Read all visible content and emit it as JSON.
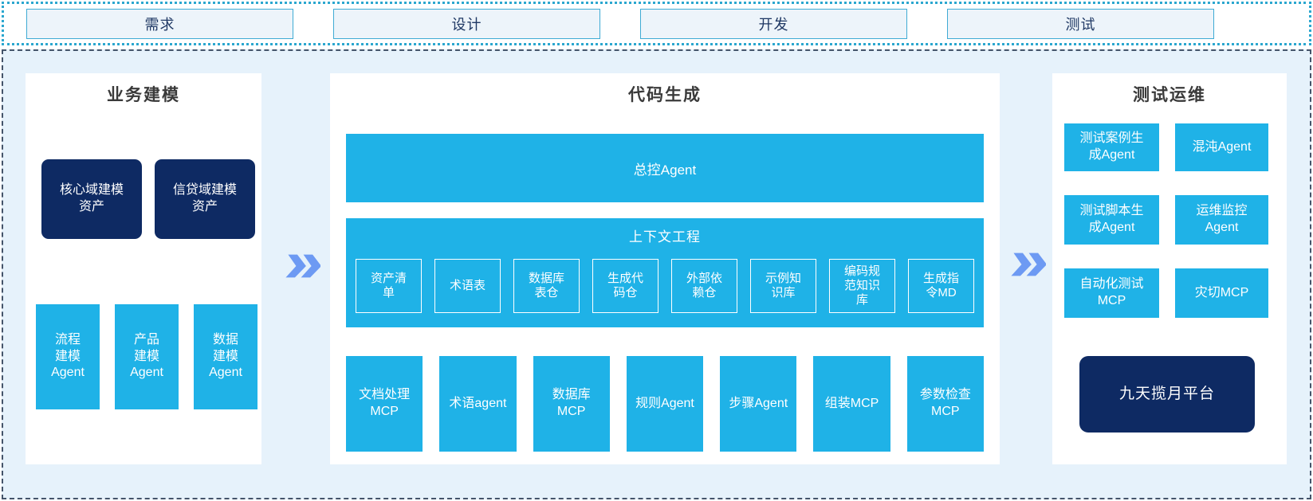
{
  "stages": {
    "items": [
      {
        "label": "需求"
      },
      {
        "label": "设计"
      },
      {
        "label": "开发"
      },
      {
        "label": "测试"
      }
    ]
  },
  "sections": {
    "business_modeling": {
      "title": "业务建模",
      "asset_boxes": [
        {
          "label": "核心域建模资产"
        },
        {
          "label": "信贷域建模资产"
        }
      ],
      "agent_boxes": [
        {
          "label": "流程建模Agent"
        },
        {
          "label": "产品建模Agent"
        },
        {
          "label": "数据建模Agent"
        }
      ]
    },
    "code_generation": {
      "title": "代码生成",
      "master_agent": "总控Agent",
      "context_engineering": {
        "title": "上下文工程",
        "boxes": [
          {
            "label": "资产清单"
          },
          {
            "label": "术语表"
          },
          {
            "label": "数据库表仓"
          },
          {
            "label": "生成代码仓"
          },
          {
            "label": "外部依赖仓"
          },
          {
            "label": "示例知识库"
          },
          {
            "label": "编码规范知识库"
          },
          {
            "label": "生成指令MD"
          }
        ]
      },
      "tool_boxes": [
        {
          "label": "文档处理MCP"
        },
        {
          "label": "术语agent"
        },
        {
          "label": "数据库MCP"
        },
        {
          "label": "规则Agent"
        },
        {
          "label": "步骤Agent"
        },
        {
          "label": "组装MCP"
        },
        {
          "label": "参数检查MCP"
        }
      ]
    },
    "test_ops": {
      "title": "测试运维",
      "boxes": [
        {
          "label": "测试案例生成Agent"
        },
        {
          "label": "混沌Agent"
        },
        {
          "label": "测试脚本生成Agent"
        },
        {
          "label": "运维监控Agent"
        },
        {
          "label": "自动化测试MCP"
        },
        {
          "label": "灾切MCP"
        }
      ],
      "platform": "九天揽月平台"
    }
  },
  "colors": {
    "cyan": "#1fb2e7",
    "navy": "#0e2a63",
    "container_bg": "#e6f2fb",
    "stage_bg": "#edf4fa",
    "stage_border": "#3fabd4",
    "dotted_border": "#2ba7cf",
    "dashed_border": "#44546a",
    "arrow": "#6d9af3",
    "title_text": "#3a3a3a",
    "stage_text": "#1f3864"
  }
}
